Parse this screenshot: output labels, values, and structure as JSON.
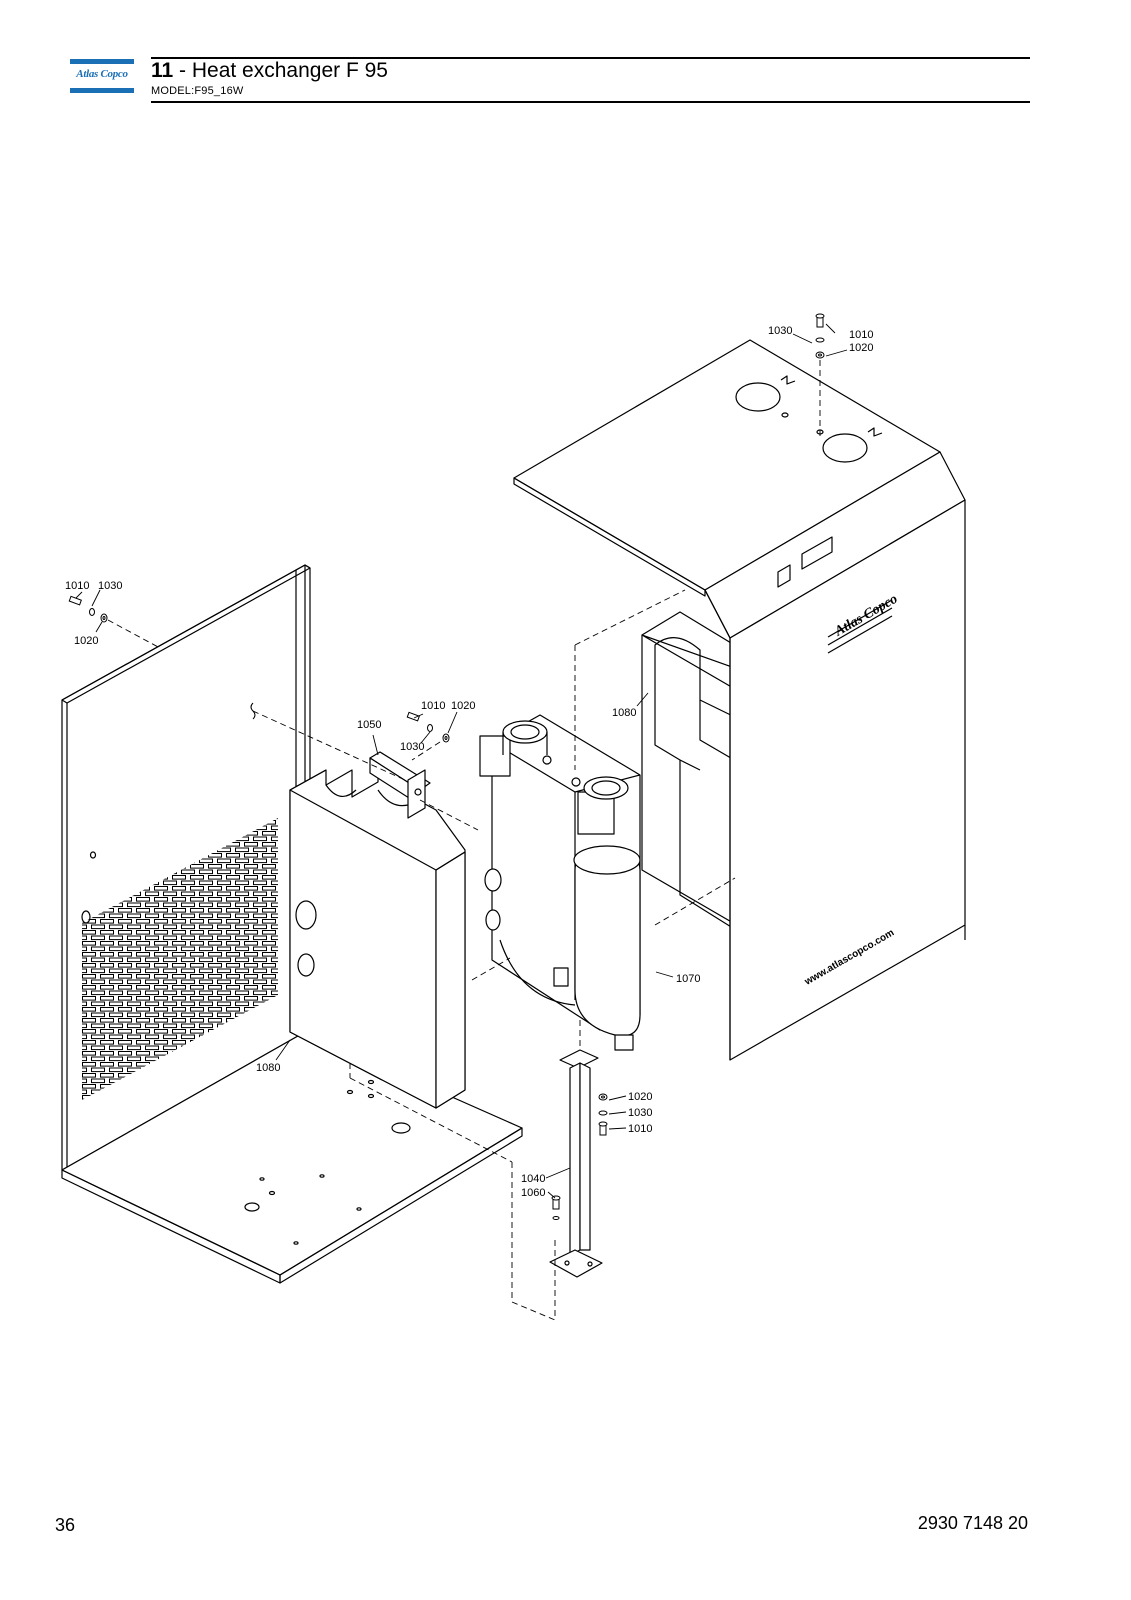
{
  "header": {
    "logo_text": "Atlas Copco",
    "section_number": "11",
    "section_title": " - Heat exchanger F 95",
    "model": "MODEL:F95_16W"
  },
  "footer": {
    "page_number": "36",
    "document_number": "2930 7148 20"
  },
  "diagram": {
    "brand_text": "Atlas Copco",
    "website_text": "www.atlascopco.com",
    "callouts": {
      "top_1030": "1030",
      "top_1010": "1010",
      "top_1020": "1020",
      "left_1010": "1010",
      "left_1030": "1030",
      "left_1020": "1020",
      "mid_1050": "1050",
      "mid_1010": "1010",
      "mid_1020": "1020",
      "mid_1030": "1030",
      "right_1080": "1080",
      "hx_1070": "1070",
      "front_1080": "1080",
      "post_1020": "1020",
      "post_1030": "1030",
      "post_1010": "1010",
      "post_1040": "1040",
      "post_1060": "1060"
    }
  }
}
